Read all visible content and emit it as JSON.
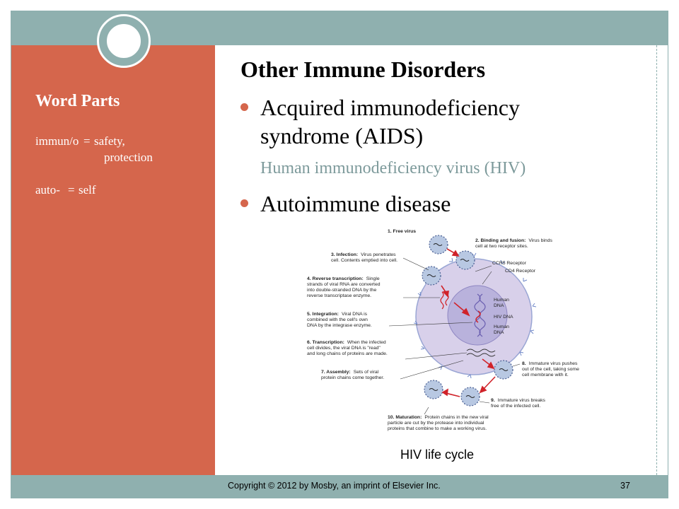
{
  "sidebar": {
    "title": "Word Parts",
    "parts": [
      {
        "term": "immun/o",
        "eq": "=",
        "meaning1": "safety,",
        "meaning2": "protection"
      },
      {
        "term": "auto-",
        "eq": "=",
        "meaning1": "self"
      }
    ]
  },
  "main": {
    "title": "Other Immune Disorders",
    "bullets": [
      "Acquired immunodeficiency",
      "syndrome (AIDS)",
      "Autoimmune disease"
    ],
    "sub_bullet": "Human immunodeficiency virus (HIV)",
    "sub_marker": "",
    "caption": "HIV life cycle"
  },
  "diagram": {
    "steps": [
      {
        "title": "1. Free virus",
        "text": ""
      },
      {
        "title": "2. Binding and fusion:",
        "text": "Virus binds",
        "text2": "cell at two receptor sites."
      },
      {
        "title": "3. Infection:",
        "text": "Virus penetrates",
        "text2": "cell. Contents emptied into cell."
      },
      {
        "title": "4. Reverse transcription:",
        "text": "Single",
        "text2": "strands of viral RNA are converted",
        "text3": "into double-stranded DNA by the",
        "text4": "reverse transcriptase enzyme."
      },
      {
        "title": "5. Integration:",
        "text": "Viral DNA is",
        "text2": "combined with the cell's own",
        "text3": "DNA by the integrase enzyme."
      },
      {
        "title": "6. Transcription:",
        "text": "When the infected",
        "text2": "cell divides, the viral DNA is \"read\"",
        "text3": "and long chains of proteins are made."
      },
      {
        "title": "7. Assembly:",
        "text": "Sets of viral",
        "text2": "protein chains come together."
      },
      {
        "title": "8.",
        "text": "Immature virus pushes",
        "text2": "out of the cell, taking some",
        "text3": "cell membrane with it."
      },
      {
        "title": "9.",
        "text": "Immature virus breaks",
        "text2": "free of the infected cell."
      },
      {
        "title": "10. Maturation:",
        "text": "Protein chains in the new viral",
        "text2": "particle are cut by the protease into individual",
        "text3": "proteins that combine to make a working virus."
      }
    ],
    "receptors": [
      "CCR5 Receptor",
      "CD4 Receptor"
    ],
    "dna_labels": [
      "Human",
      "DNA",
      "HIV DNA",
      "Human",
      "DNA"
    ],
    "colors": {
      "cell": "#d8d0ea",
      "nucleus": "#b9b2dc",
      "virus": "#b8c8e2",
      "arrow": "#d0232a"
    }
  },
  "footer": {
    "copyright": "Copyright © 2012 by Mosby, an imprint of Elsevier Inc.",
    "page": "37"
  }
}
